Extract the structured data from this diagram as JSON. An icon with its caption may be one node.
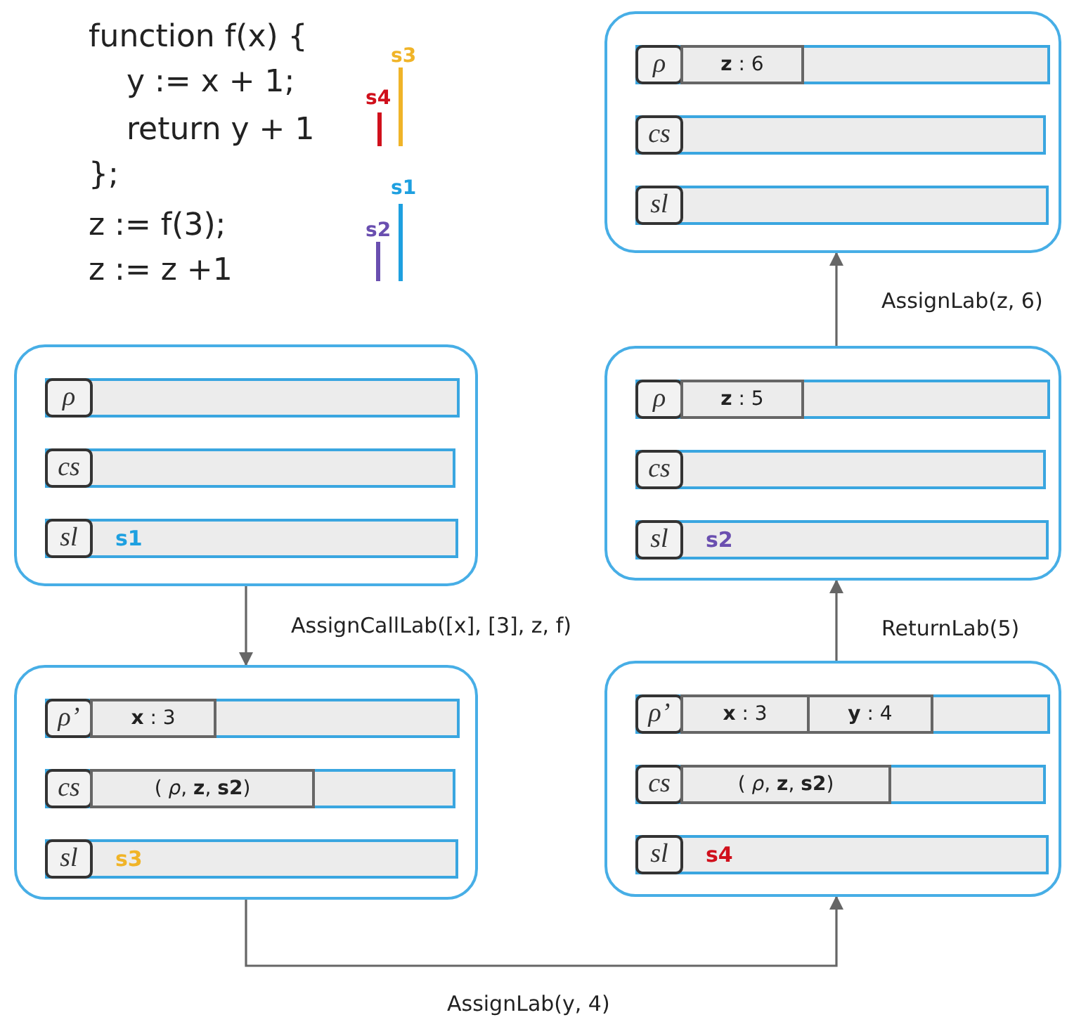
{
  "diagram": {
    "nodes": [
      {
        "text": [],
        "shape": "box"
      },
      {
        "text": [
          "ρ"
        ],
        "in": 0
      },
      {
        "text": [
          "cs"
        ],
        "in": 0
      },
      {
        "text": [
          "sl",
          "s1"
        ],
        "in": 0
      },
      {
        "text": [],
        "shape": "box"
      },
      {
        "text": [
          "ρ’"
        ],
        "in": 4
      },
      {
        "text": [
          "**x** : 3"
        ],
        "in": 5
      },
      {
        "text": [
          "cs"
        ],
        "in": 4
      },
      {
        "text": [
          "( *ρ*, **z**, **s2**)"
        ],
        "in": 7
      },
      {
        "text": [
          "sl",
          "s3"
        ],
        "in": 4
      },
      {
        "text": [],
        "shape": "box"
      },
      {
        "text": [
          "ρ’"
        ],
        "in": 10
      },
      {
        "text": [
          "**x** : 3"
        ],
        "in": 11
      },
      {
        "text": [
          "**y** : 4"
        ],
        "in": 11
      },
      {
        "text": [
          "cs"
        ],
        "in": 10
      },
      {
        "text": [
          "( *ρ*, **z**, **s2**)"
        ],
        "in": 14
      },
      {
        "text": [
          "sl",
          "s4"
        ],
        "in": 10
      },
      {
        "text": [],
        "shape": "box"
      },
      {
        "text": [
          "ρ"
        ],
        "in": 17
      },
      {
        "text": [
          "**z** : 5"
        ],
        "in": 18
      },
      {
        "text": [
          "cs"
        ],
        "in": 17
      },
      {
        "text": [
          "sl",
          "s2"
        ],
        "in": 17
      },
      {
        "text": [],
        "shape": "box"
      },
      {
        "text": [
          "ρ"
        ],
        "in": 22
      },
      {
        "text": [
          "**z** : 6"
        ],
        "in": 23
      },
      {
        "text": [
          "cs"
        ],
        "in": 22
      },
      {
        "text": [
          "sl"
        ],
        "in": 22
      }
    ],
    "edges": [
      {
        "from": 0,
        "to": 4,
        "arrow": "to",
        "label": "AssignCallLab([x], [3], z, f)"
      },
      {
        "from": 4,
        "to": 10,
        "arrow": "to",
        "label": "AssignLab(y, 4)"
      },
      {
        "from": 10,
        "to": 17,
        "arrow": "to",
        "label": "ReturnLab(5)"
      },
      {
        "from": 17,
        "to": 22,
        "arrow": "to",
        "label": "AssignLab(z, 6)"
      }
    ],
    "labels": [
      "function f(x) {",
      "s3",
      "y := x + 1;",
      "s4",
      "return y + 1",
      "};",
      "s1",
      "z := f(3);",
      "s2",
      "z := z +1"
    ]
  }
}
